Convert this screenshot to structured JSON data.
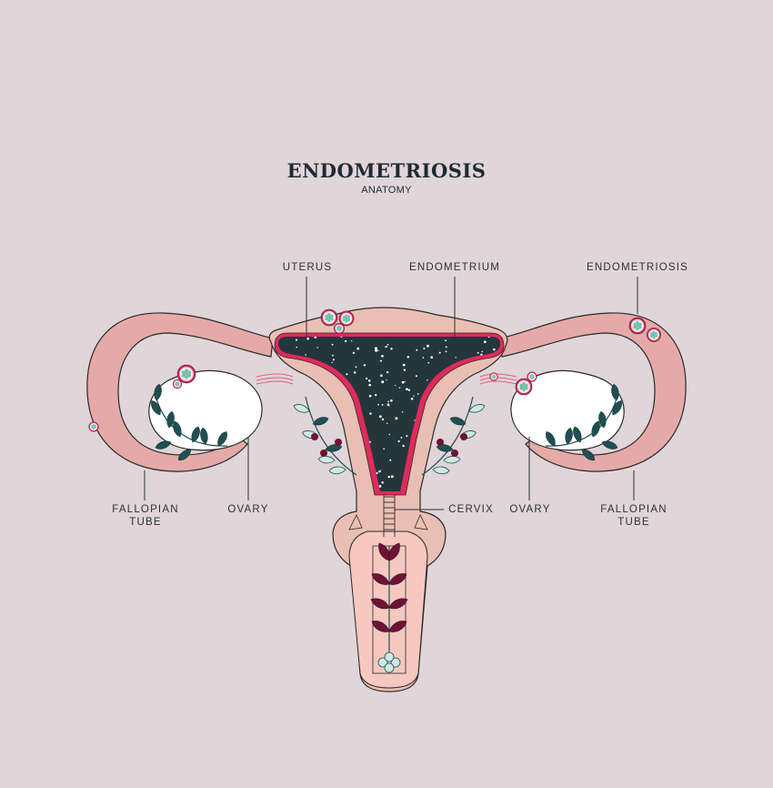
{
  "header": {
    "title": "ENDOMETRIOSIS",
    "subtitle": "ANATOMY"
  },
  "labels": {
    "uterus": "UTERUS",
    "endometrium": "ENDOMETRIUM",
    "endometriosis": "ENDOMETRIOSIS",
    "fallopian_tube_left": [
      "FALLOPIAN",
      "TUBE"
    ],
    "ovary_left": "OVARY",
    "cervix": "CERVIX",
    "ovary_right": "OVARY",
    "fallopian_tube_right": [
      "FALLOPIAN",
      "TUBE"
    ]
  },
  "colors": {
    "background": "#e0d5d8",
    "tissue": "#e5aaa8",
    "uterus_body": "#eabfb3",
    "endometrium_line": "#e02a5c",
    "cavity": "#24363c",
    "leaf_teal": "#1f4f52",
    "leaf_mint": "#cfe9e0",
    "leaf_maroon": "#6e1236",
    "ovary": "#ffffff"
  },
  "icons": {
    "endometriosis_cluster": "hexagon-cell-cluster-icon",
    "leaves": "leaf-sprig-icon"
  }
}
